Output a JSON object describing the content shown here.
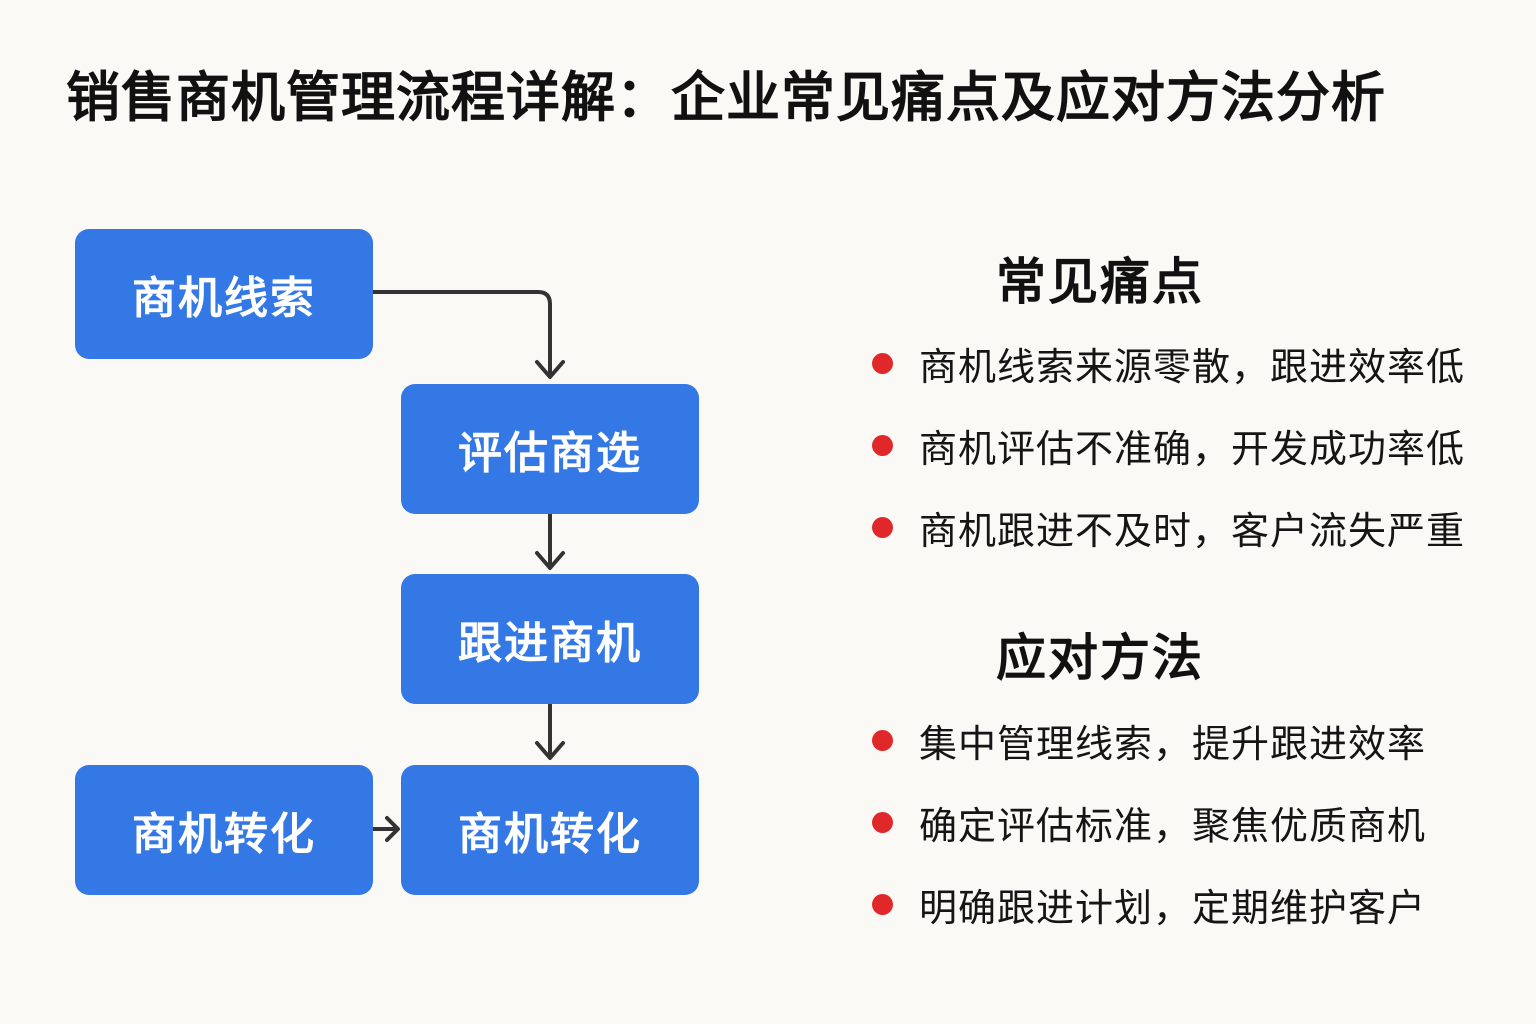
{
  "title": "销售商机管理流程详解：企业常见痛点及应对方法分析",
  "flow": {
    "nodes": [
      {
        "id": "leads",
        "label": "商机线索"
      },
      {
        "id": "evaluate",
        "label": "评估商选"
      },
      {
        "id": "follow",
        "label": "跟进商机"
      },
      {
        "id": "convert-left",
        "label": "商机转化"
      },
      {
        "id": "convert-right",
        "label": "商机转化"
      }
    ],
    "edges": [
      {
        "from": "leads",
        "to": "evaluate"
      },
      {
        "from": "evaluate",
        "to": "follow"
      },
      {
        "from": "follow",
        "to": "convert-right"
      },
      {
        "from": "convert-left",
        "to": "convert-right"
      }
    ],
    "colors": {
      "box": "#3478e6",
      "arrow": "#333333"
    }
  },
  "pain_points": {
    "heading": "常见痛点",
    "items": [
      "商机线索来源零散，跟进效率低",
      "商机评估不准确，开发成功率低",
      "商机跟进不及时，客户流失严重"
    ]
  },
  "solutions": {
    "heading": "应对方法",
    "items": [
      "集中管理线索，提升跟进效率",
      "确定评估标准，聚焦优质商机",
      "明确跟进计划，定期维护客户"
    ]
  },
  "colors": {
    "background": "#fbf9f5",
    "bullet": "#e0282b"
  }
}
